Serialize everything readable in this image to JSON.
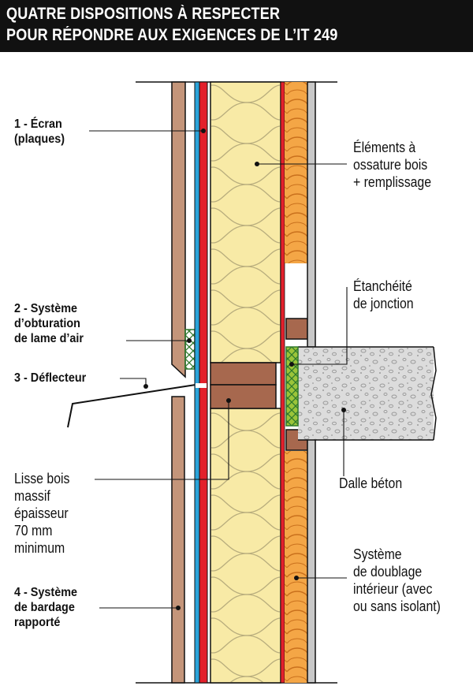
{
  "title": {
    "line1": "QUATRE DISPOSITIONS À RESPECTER",
    "line2": "POUR RÉPONDRE AUX EXIGENCES DE L’IT 249"
  },
  "labels": {
    "ecran": {
      "line1": "1 - Écran",
      "line2": "(plaques)"
    },
    "obturation": {
      "line1": "2 - Système",
      "line2": "d’obturation",
      "line3": "de lame d’air"
    },
    "deflecteur": {
      "line1": "3 - Déflecteur"
    },
    "lisse": {
      "line1": "Lisse bois",
      "line2": "massif",
      "line3": "épaisseur",
      "line4": "70 mm",
      "line5": "minimum"
    },
    "bardage": {
      "line1": "4 - Système",
      "line2": "de bardage",
      "line3": "rapporté"
    },
    "ossature": {
      "line1": "Éléments à",
      "line2": "ossature bois",
      "line3": "+ remplissage"
    },
    "etancheite": {
      "line1": "Étanchéité",
      "line2": "de jonction"
    },
    "dalle": {
      "line1": "Dalle béton"
    },
    "doublage": {
      "line1": "Système",
      "line2": "de doublage",
      "line3": "intérieur (avec",
      "line4": "ou sans isolant)"
    }
  },
  "colors": {
    "cladding": "#c4957a",
    "screen_red": "#e3202b",
    "membrane_blue": "#2aa3d9",
    "insulation": "#f8eaa6",
    "timber": "#a7684e",
    "concrete": "#dcdcdc",
    "interior_insulation": "#f4a646",
    "joint_seal": "#9bc43a",
    "lining": "#c8c8c8"
  }
}
